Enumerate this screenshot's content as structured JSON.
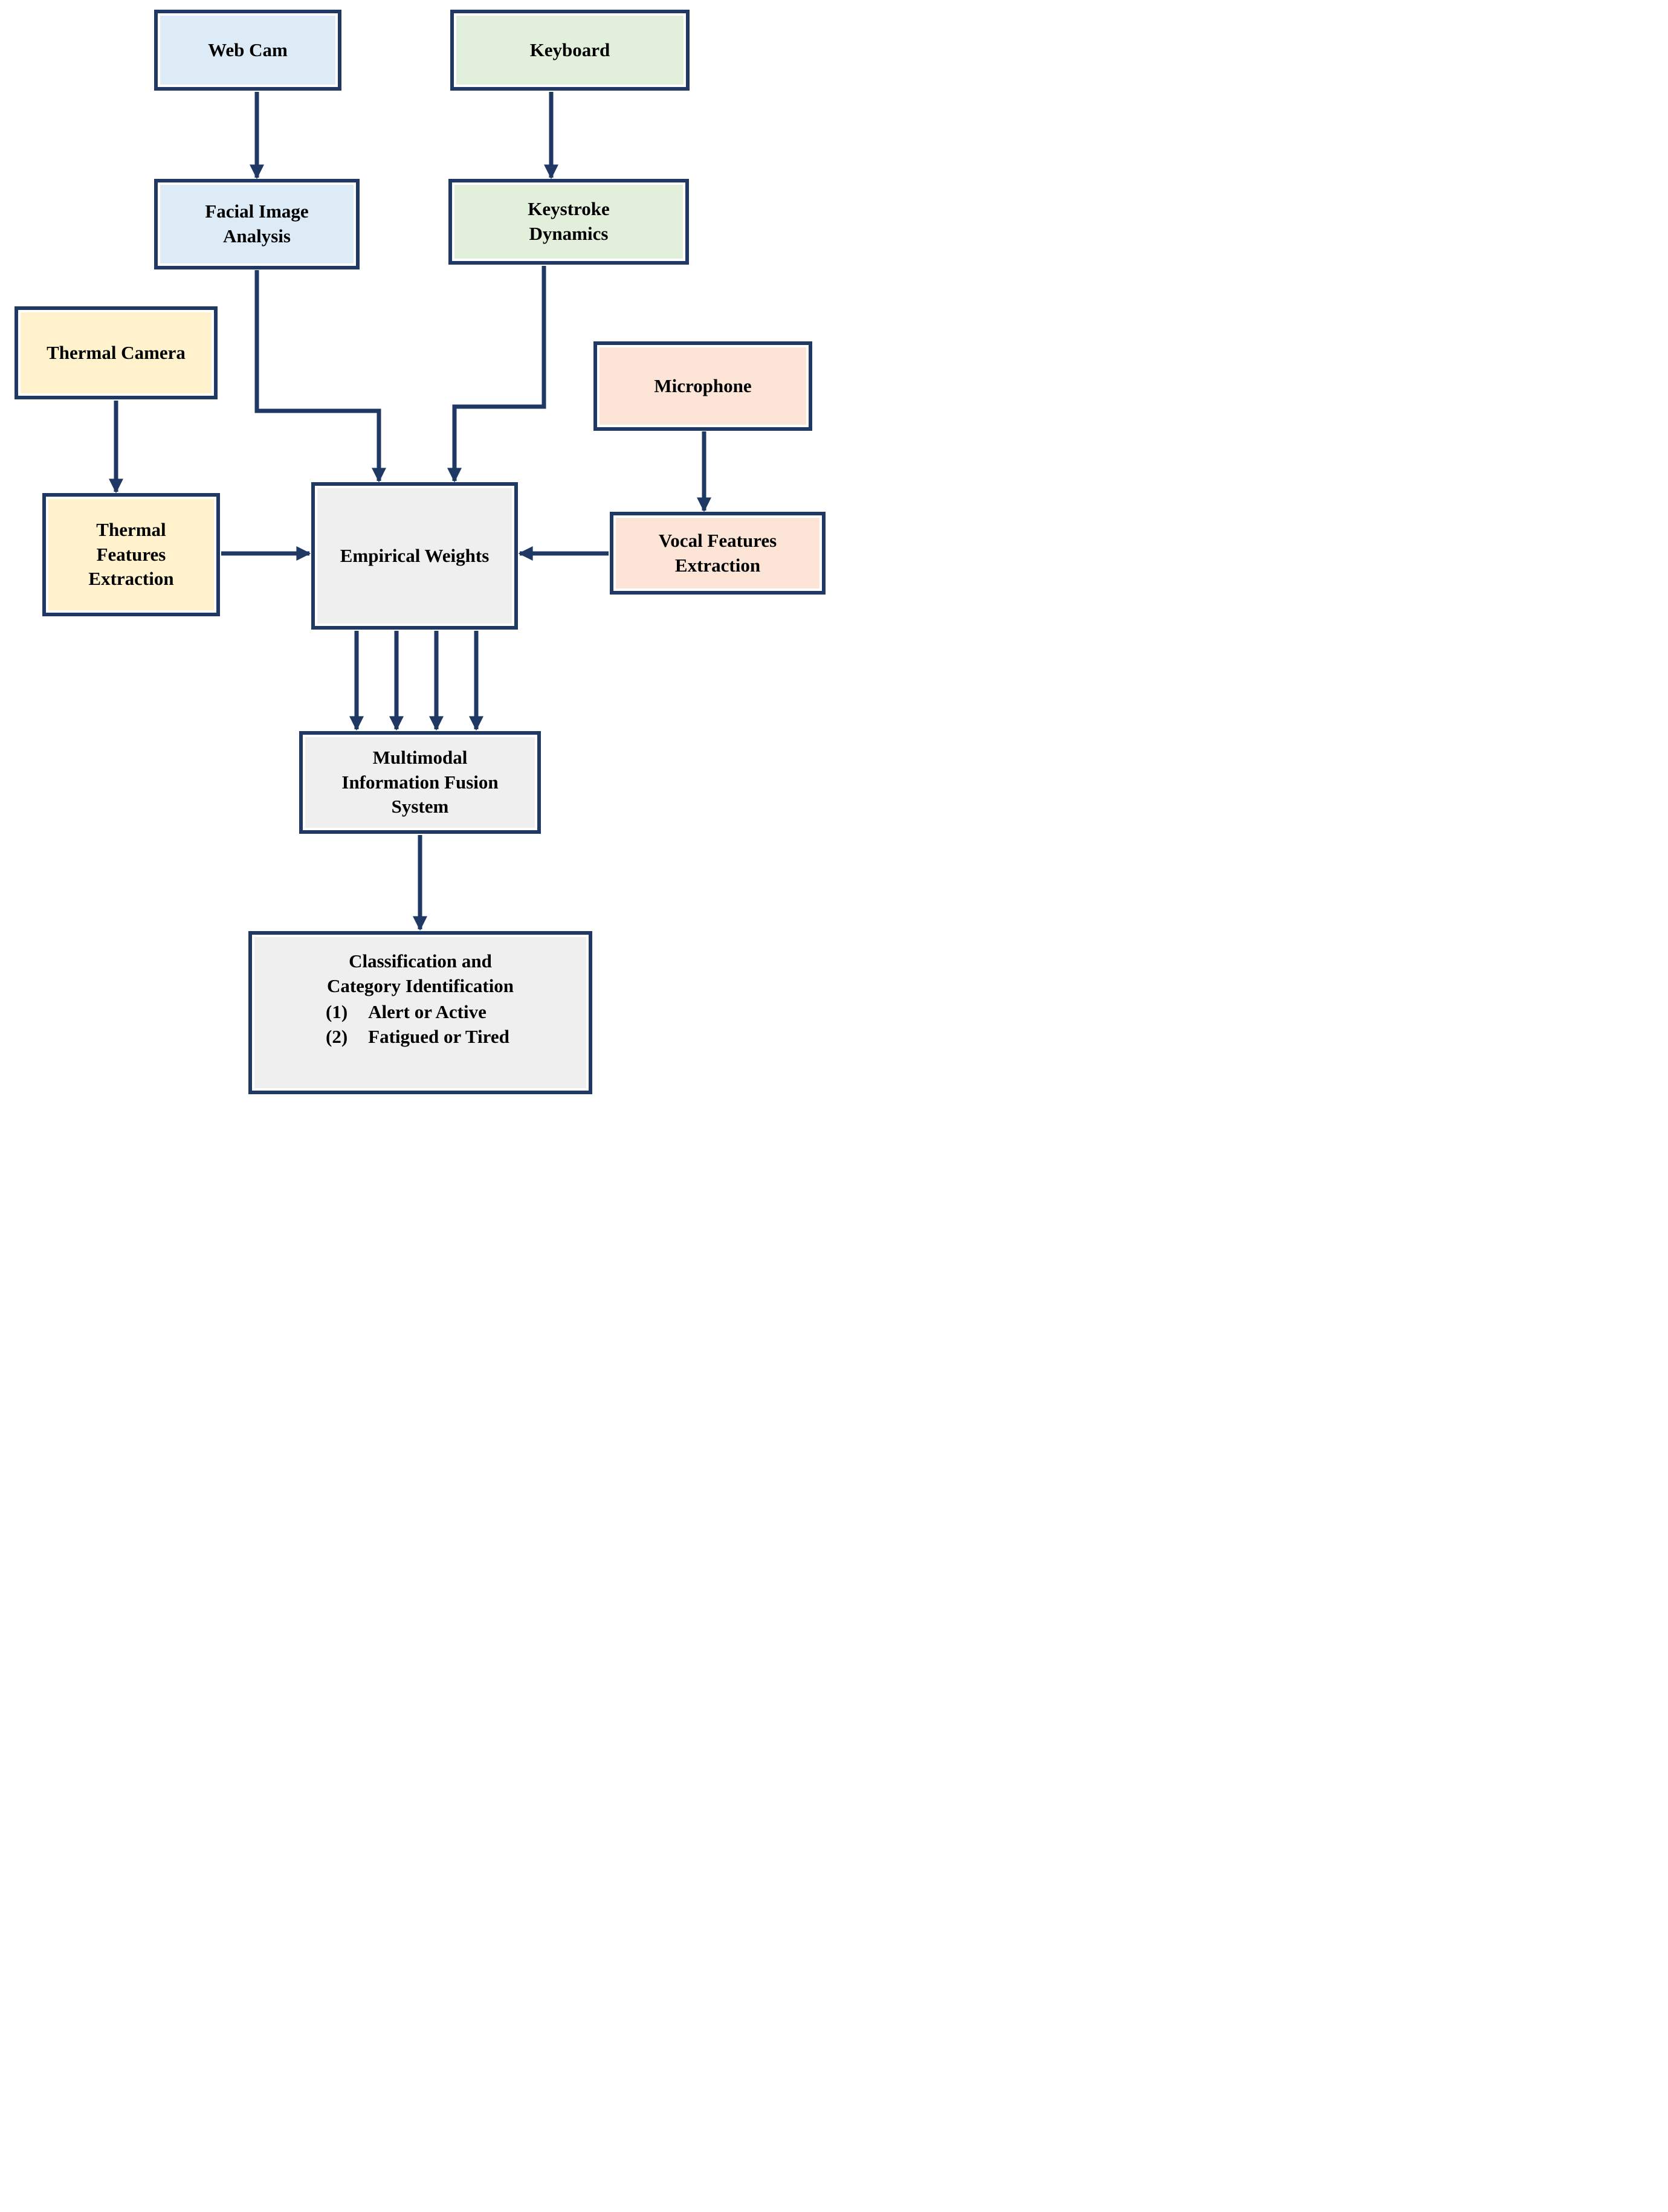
{
  "diagram": {
    "background": "#ffffff",
    "border_color": "#1f3864",
    "arrow_color": "#1f3864",
    "text_color": "#000000",
    "nodes": {
      "web_cam": {
        "label": "Web Cam",
        "fill": "#ddebf7"
      },
      "keyboard": {
        "label": "Keyboard",
        "fill": "#e2efda"
      },
      "facial_image": {
        "label": "Facial Image\nAnalysis",
        "fill": "#ddebf7"
      },
      "keystroke": {
        "label": "Keystroke\nDynamics",
        "fill": "#e2efda"
      },
      "thermal_camera": {
        "label": "Thermal Camera",
        "fill": "#fff2cc"
      },
      "microphone": {
        "label": "Microphone",
        "fill": "#fce4d6"
      },
      "thermal_feat": {
        "label": "Thermal\nFeatures\nExtraction",
        "fill": "#fff2cc"
      },
      "empirical": {
        "label": "Empirical Weights",
        "fill": "#efefef"
      },
      "vocal_feat": {
        "label": "Vocal Features\nExtraction",
        "fill": "#fce4d6"
      },
      "fusion": {
        "label": "Multimodal\nInformation Fusion\nSystem",
        "fill": "#efefef"
      },
      "classification": {
        "fill": "#efefef",
        "title_lines": "Classification and\nCategory Identification",
        "items": [
          {
            "num": "(1)",
            "text": "Alert or Active"
          },
          {
            "num": "(2)",
            "text": "Fatigued or Tired"
          }
        ]
      }
    },
    "edges": [
      {
        "from": "web_cam",
        "to": "facial_image"
      },
      {
        "from": "keyboard",
        "to": "keystroke"
      },
      {
        "from": "thermal_camera",
        "to": "thermal_feat"
      },
      {
        "from": "microphone",
        "to": "vocal_feat"
      },
      {
        "from": "facial_image",
        "to": "empirical"
      },
      {
        "from": "keystroke",
        "to": "empirical"
      },
      {
        "from": "thermal_feat",
        "to": "empirical"
      },
      {
        "from": "vocal_feat",
        "to": "empirical"
      },
      {
        "from": "empirical",
        "to": "fusion",
        "parallel_arrows": 4
      },
      {
        "from": "fusion",
        "to": "classification"
      }
    ]
  }
}
